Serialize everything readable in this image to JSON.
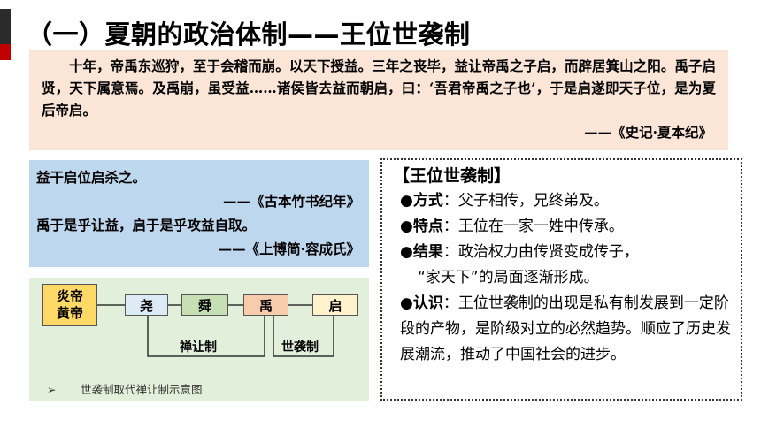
{
  "title": "（一）夏朝的政治体制——王位世袭制",
  "quote": {
    "text": "十年，帝禹东巡狩，至于会稽而崩。以天下授益。三年之丧毕，益让帝禹之子启，而辟居箕山之阳。禹子启贤，天下属意焉。及禹崩，虽受益……诸侯皆去益而朝启，曰：‘吾君帝禹之子也’，于是启遂即天子位，是为夏后帝启。",
    "source": "——《史记·夏本纪》"
  },
  "side_quotes": {
    "line1": "益干启位启杀之。",
    "source1": "——《古本竹书纪年》",
    "line2": "禹于是乎让益，启于是乎攻益自取。",
    "source2": "——《上博简·容成氏》"
  },
  "diagram": {
    "nodes": [
      "炎帝黄帝",
      "尧",
      "舜",
      "禹",
      "启"
    ],
    "node_colors": [
      "#ffd966",
      "#ddebf7",
      "#c6e0b4",
      "#f8cbad",
      "#fff2cc"
    ],
    "bracket_left": "禅让制",
    "bracket_right": "世袭制",
    "caption_marker": "➢",
    "caption": "世袭制取代禅让制示意图"
  },
  "info": {
    "heading": "【王位世袭制】",
    "items": [
      {
        "bullet": "●",
        "key": "方式",
        "value": "：父子相传，兄终弟及。"
      },
      {
        "bullet": "●",
        "key": "特点",
        "value": "：王位在一家一姓中传承。"
      },
      {
        "bullet": "●",
        "key": "结果",
        "value": "：政治权力由传贤变成传子，"
      },
      {
        "bullet": "●",
        "key": "认识",
        "value": "：王位世袭制的出现是私有制发展到一定阶段的产物，是阶级对立的必然趋势。顺应了历史发展潮流，推动了中国社会的进步。"
      }
    ],
    "result_cont": "“家天下”的局面逐渐形成。"
  },
  "colors": {
    "quote_bg": "#fbe5d6",
    "blue_bg": "#bdd7ee",
    "diagram_bg": "#e2efda",
    "accent_red": "#c00000"
  }
}
